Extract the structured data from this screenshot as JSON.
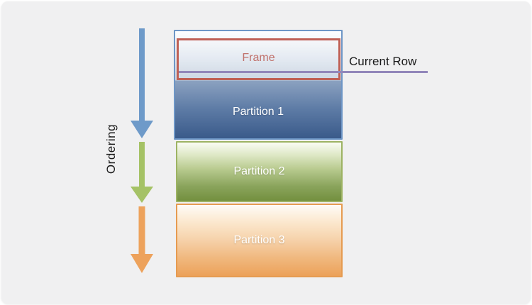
{
  "panel": {
    "background": "#f0f0f1"
  },
  "ordering": {
    "label": "Ordering"
  },
  "arrows": [
    {
      "name": "ordering-arrow-blue",
      "direction": "down",
      "color": "#6e9ac9"
    },
    {
      "name": "ordering-arrow-green",
      "direction": "down",
      "color": "#a5c266"
    },
    {
      "name": "ordering-arrow-orange",
      "direction": "down",
      "color": "#eda25c"
    }
  ],
  "frame": {
    "label": "Frame",
    "border_color": "#bf6055",
    "text_color": "#c0716b"
  },
  "current_row": {
    "label": "Current Row",
    "line_color": "#9287ba"
  },
  "partitions": [
    {
      "label": "Partition 1",
      "border_color": "#6e96c6",
      "gradient_top": "#fefeff",
      "gradient_bottom": "#3a5a8a"
    },
    {
      "label": "Partition 2",
      "border_color": "#9db363",
      "gradient_top": "#fafcf4",
      "gradient_bottom": "#73903f"
    },
    {
      "label": "Partition 3",
      "border_color": "#e69b51",
      "gradient_top": "#fefbf6",
      "gradient_bottom": "#eca159"
    }
  ]
}
